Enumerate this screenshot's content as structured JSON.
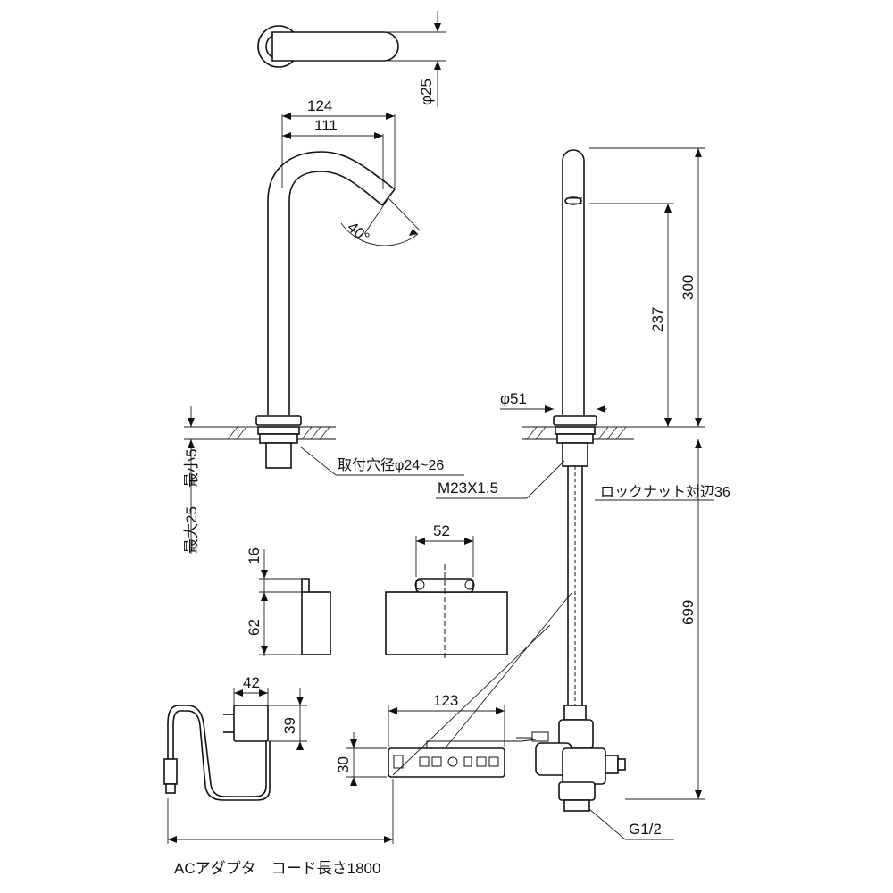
{
  "dimensions": {
    "handle_diameter": "φ25",
    "width_overall": "124",
    "width_spout": "111",
    "spout_angle": "40°",
    "height_total": "300",
    "height_spout": "237",
    "base_diameter": "φ51",
    "mount_hole": "取付穴径φ24~26",
    "thread": "M23X1.5",
    "lock_nut": "ロックナット対辺36",
    "thickness_max": "最大25",
    "thickness_min": "最小5",
    "length_hose": "699",
    "sensor_width": "52",
    "sensor_depth": "16",
    "sensor_height": "62",
    "adapter_width": "42",
    "adapter_height": "39",
    "controller_width": "123",
    "controller_height": "30",
    "inlet_thread": "G1/2",
    "ac_adapter_note": "ACアダプタ　コード長さ1800"
  },
  "colors": {
    "line": "#111111",
    "background": "#ffffff"
  }
}
